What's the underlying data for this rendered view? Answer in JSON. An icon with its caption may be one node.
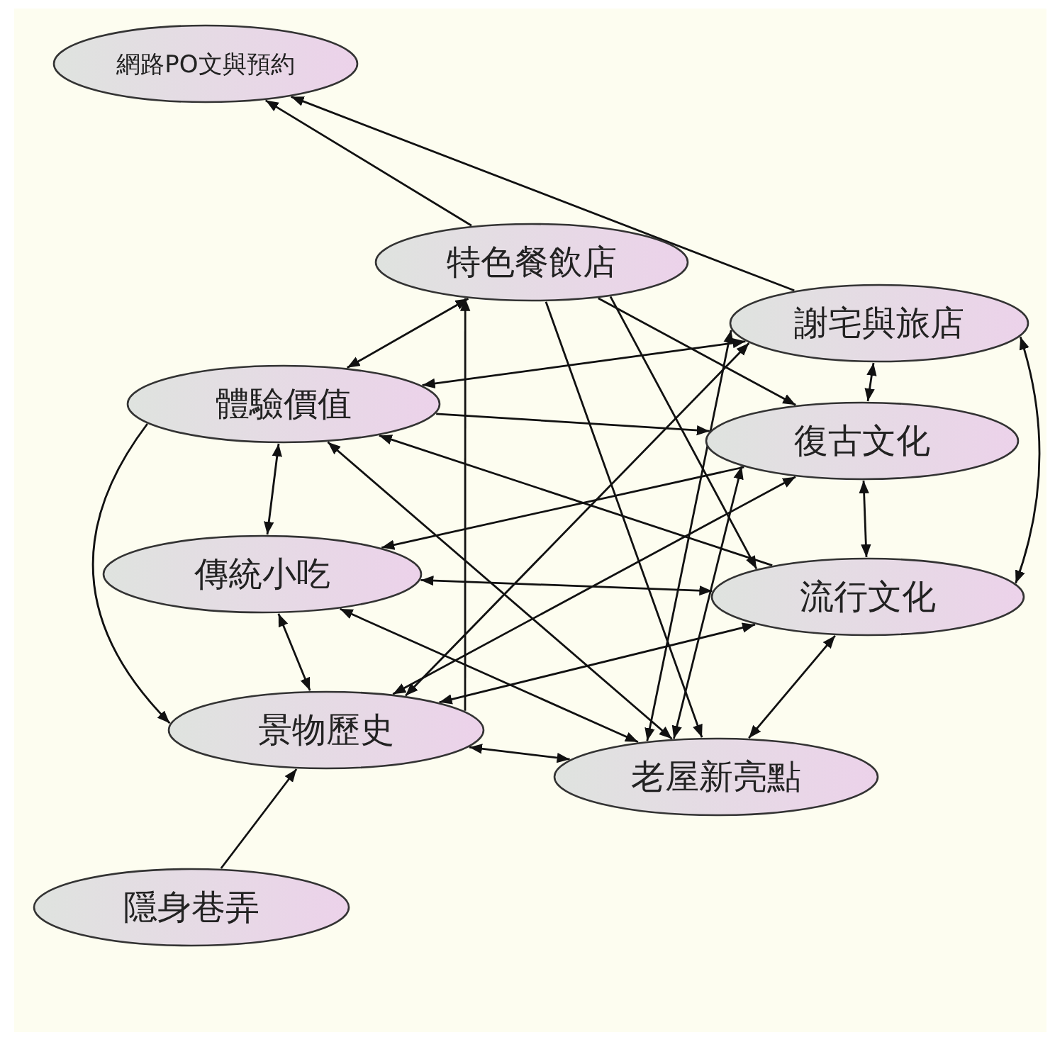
{
  "diagram": {
    "nodes": [
      {
        "text": [
          "網路PO文與預約"
        ]
      },
      {
        "text": [
          "特色餐飲店"
        ]
      },
      {
        "text": [
          "謝宅與旅店"
        ]
      },
      {
        "text": [
          "體驗價值"
        ]
      },
      {
        "text": [
          "復古文化"
        ]
      },
      {
        "text": [
          "傳統小吃"
        ]
      },
      {
        "text": [
          "流行文化"
        ]
      },
      {
        "text": [
          "景物歷史"
        ]
      },
      {
        "text": [
          "老屋新亮點"
        ]
      },
      {
        "text": [
          "隱身巷弄"
        ]
      }
    ],
    "edges": [
      {
        "from": 1,
        "to": 0,
        "arrow": "to"
      },
      {
        "from": 2,
        "to": 0,
        "arrow": "to"
      },
      {
        "from": 1,
        "to": 3,
        "arrow": "both"
      },
      {
        "from": 7,
        "to": 1,
        "arrow": "to"
      },
      {
        "from": 1,
        "to": 4,
        "arrow": "to"
      },
      {
        "from": 1,
        "to": 6,
        "arrow": "to"
      },
      {
        "from": 1,
        "to": 8,
        "arrow": "to"
      },
      {
        "from": 2,
        "to": 3,
        "arrow": "both"
      },
      {
        "from": 3,
        "to": 4,
        "arrow": "to"
      },
      {
        "from": 6,
        "to": 3,
        "arrow": "to"
      },
      {
        "from": 2,
        "to": 4,
        "arrow": "both"
      },
      {
        "from": 2,
        "to": 6,
        "arrow": "both"
      },
      {
        "from": 4,
        "to": 6,
        "arrow": "both"
      },
      {
        "from": 6,
        "to": 8,
        "arrow": "both"
      },
      {
        "from": 4,
        "to": 5,
        "arrow": "to"
      },
      {
        "from": 6,
        "to": 5,
        "arrow": "both"
      },
      {
        "from": 3,
        "to": 5,
        "arrow": "both"
      },
      {
        "from": 5,
        "to": 7,
        "arrow": "both"
      },
      {
        "from": 3,
        "to": 7,
        "arrow": "to"
      },
      {
        "from": 9,
        "to": 7,
        "arrow": "to"
      },
      {
        "from": 7,
        "to": 8,
        "arrow": "both"
      },
      {
        "from": 5,
        "to": 8,
        "arrow": "both"
      },
      {
        "from": 8,
        "to": 3,
        "arrow": "both"
      },
      {
        "from": 2,
        "to": 7,
        "arrow": "both"
      },
      {
        "from": 4,
        "to": 7,
        "arrow": "both"
      },
      {
        "from": 6,
        "to": 7,
        "arrow": "both"
      },
      {
        "from": 8,
        "to": 2,
        "arrow": "both"
      },
      {
        "from": 8,
        "to": 4,
        "arrow": "both"
      }
    ]
  }
}
